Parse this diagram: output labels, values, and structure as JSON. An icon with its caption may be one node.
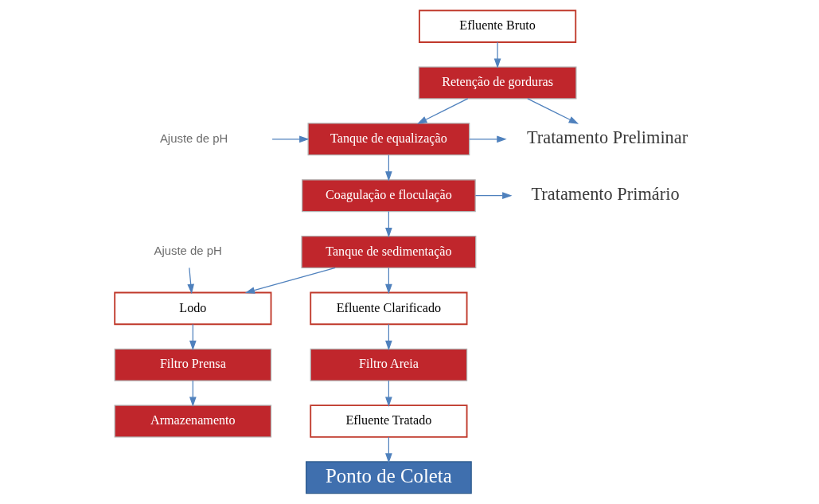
{
  "diagram": {
    "nodes": [
      {
        "text": [
          "Efluente Bruto"
        ]
      },
      {
        "text": [
          "Retenção de gorduras"
        ]
      },
      {
        "text": [
          "Tanque de equalização"
        ]
      },
      {
        "text": [
          "Coagulação e floculação"
        ]
      },
      {
        "text": [
          "Tanque de sedimentação"
        ]
      },
      {
        "text": [
          "Lodo"
        ]
      },
      {
        "text": [
          "Filtro Prensa"
        ]
      },
      {
        "text": [
          "Armazenamento"
        ]
      },
      {
        "text": [
          "Efluente Clarificado"
        ]
      },
      {
        "text": [
          "Filtro Areia"
        ]
      },
      {
        "text": [
          "Efluente Tratado"
        ]
      },
      {
        "text": [
          "Ponto de Coleta"
        ]
      },
      {
        "text": [
          "Ajuste de pH"
        ]
      },
      {
        "text": [
          "Ajuste de pH"
        ]
      },
      {
        "text": [
          "Tratamento Preliminar"
        ]
      },
      {
        "text": [
          "Tratamento Primário"
        ]
      }
    ],
    "edges": [
      {
        "from": 0,
        "to": 1,
        "arrow": "to"
      },
      {
        "from": 1,
        "to": 2,
        "arrow": "to"
      },
      {
        "from": 2,
        "to": 3,
        "arrow": "to"
      },
      {
        "from": 3,
        "to": 4,
        "arrow": "to"
      },
      {
        "from": 4,
        "to": 5,
        "arrow": "to"
      },
      {
        "from": 4,
        "to": 8,
        "arrow": "to"
      },
      {
        "from": 5,
        "to": 6,
        "arrow": "to"
      },
      {
        "from": 6,
        "to": 7,
        "arrow": "to"
      },
      {
        "from": 8,
        "to": 9,
        "arrow": "to"
      },
      {
        "from": 9,
        "to": 10,
        "arrow": "to"
      },
      {
        "from": 10,
        "to": 11,
        "arrow": "to"
      },
      {
        "from": 12,
        "to": 2,
        "arrow": "to"
      },
      {
        "from": 13,
        "to": 5,
        "arrow": "to"
      },
      {
        "from": 1,
        "to": 14,
        "arrow": "to"
      },
      {
        "from": 2,
        "to": 14,
        "arrow": "to"
      },
      {
        "from": 3,
        "to": 15,
        "arrow": "to"
      }
    ]
  }
}
